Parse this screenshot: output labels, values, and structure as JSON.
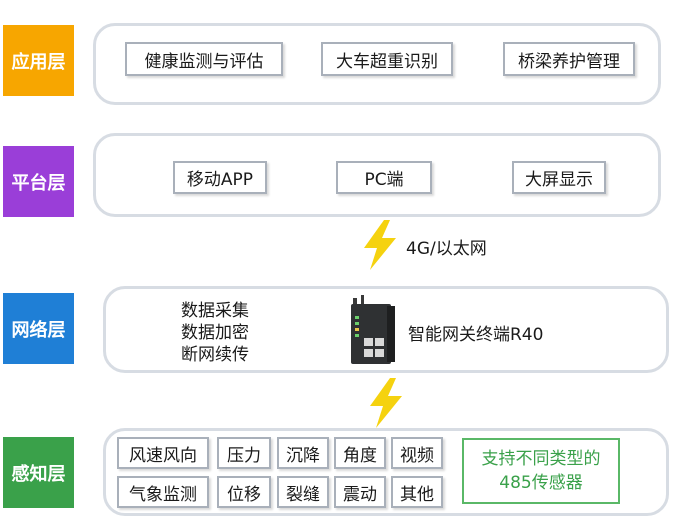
{
  "layers": {
    "application": {
      "label": "应用层",
      "color": "#f7a600",
      "items": [
        "健康监测与评估",
        "大车超重识别",
        "桥梁养护管理"
      ]
    },
    "platform": {
      "label": "平台层",
      "color": "#9a3ed8",
      "items": [
        "移动APP",
        "PC端",
        "大屏显示"
      ]
    },
    "network": {
      "label": "网络层",
      "color": "#1f7fd6",
      "functions": [
        "数据采集",
        "数据加密",
        "断网续传"
      ],
      "device_label": "智能网关终端R40"
    },
    "sensing": {
      "label": "感知层",
      "color": "#3aa14a",
      "row1": [
        "风速风向",
        "压力",
        "沉降",
        "角度",
        "视频"
      ],
      "row2": [
        "气象监测",
        "位移",
        "裂缝",
        "震动",
        "其他"
      ],
      "note_line1": "支持不同类型的",
      "note_line2": "485传感器"
    }
  },
  "connections": {
    "top_link": "4G/以太网"
  },
  "colors": {
    "bolt": "#f5d20f",
    "panel_border": "#d7dce3",
    "box_border": "#a9b0ba",
    "green": "#3aa14a"
  }
}
